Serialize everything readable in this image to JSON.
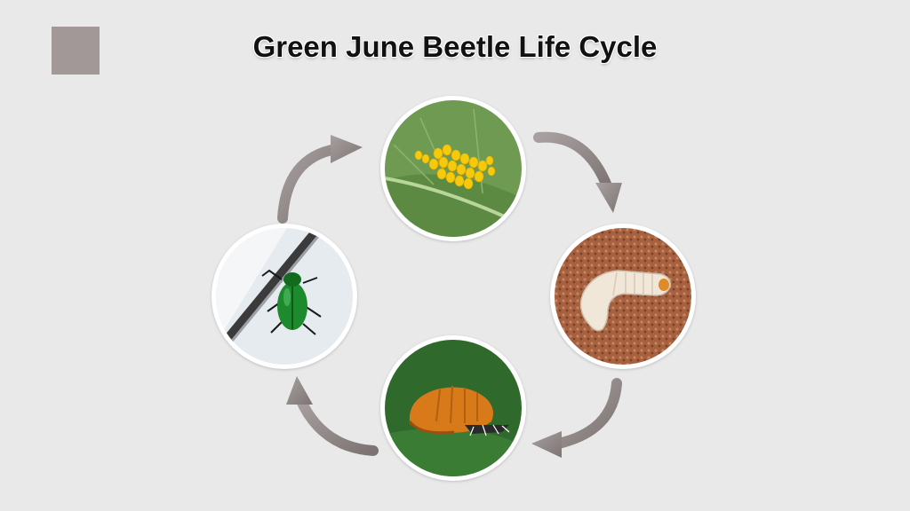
{
  "title": "Green June Beetle Life Cycle",
  "colors": {
    "background": "#e9e9e9",
    "accent_square": "#a39898",
    "arrow": "#8a7f7f"
  },
  "stages": [
    {
      "stage": "egg",
      "icon": "egg-cluster-image"
    },
    {
      "stage": "larva",
      "icon": "grub-image"
    },
    {
      "stage": "pupa",
      "icon": "pupa-image"
    },
    {
      "stage": "adult",
      "icon": "beetle-image"
    }
  ]
}
